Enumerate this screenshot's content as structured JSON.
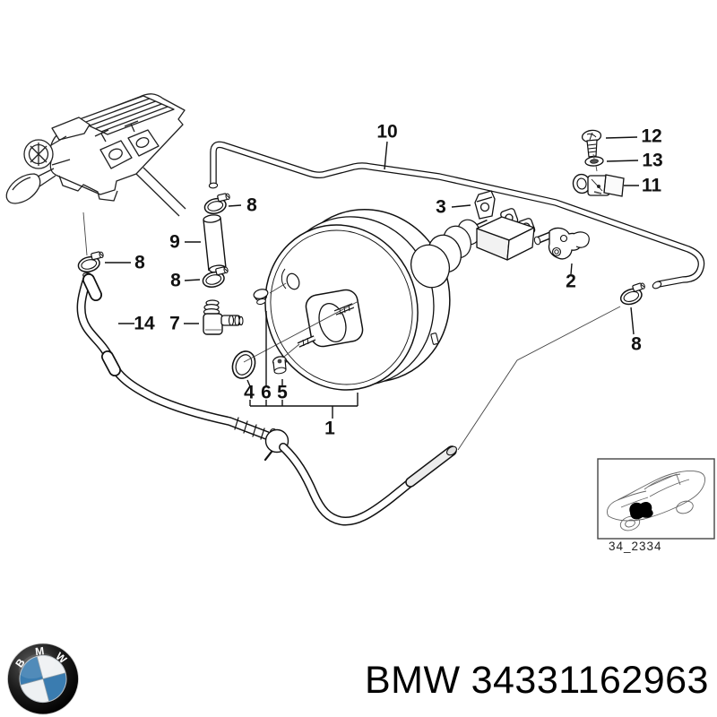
{
  "diagram": {
    "callouts": {
      "booster_assembly": "1",
      "support_bracket": "2",
      "holder_plate": "3",
      "oring": "4",
      "nut": "5",
      "grommet": "6",
      "elbow_fitting": "7",
      "clamp_top": "8",
      "clamp_left": "8",
      "clamp_mid": "8",
      "clamp_right": "8",
      "tube_piece": "9",
      "vacuum_pipe": "10",
      "pipe_clamp": "11",
      "screw": "12",
      "washer": "13",
      "hose": "14"
    },
    "thumbnail_caption": "34_2334"
  },
  "footer": {
    "brand": "BMW",
    "part_number": "34331162963"
  },
  "logo": {
    "letters": [
      "B",
      "M",
      "W"
    ],
    "blue": "#3a7cb0"
  }
}
